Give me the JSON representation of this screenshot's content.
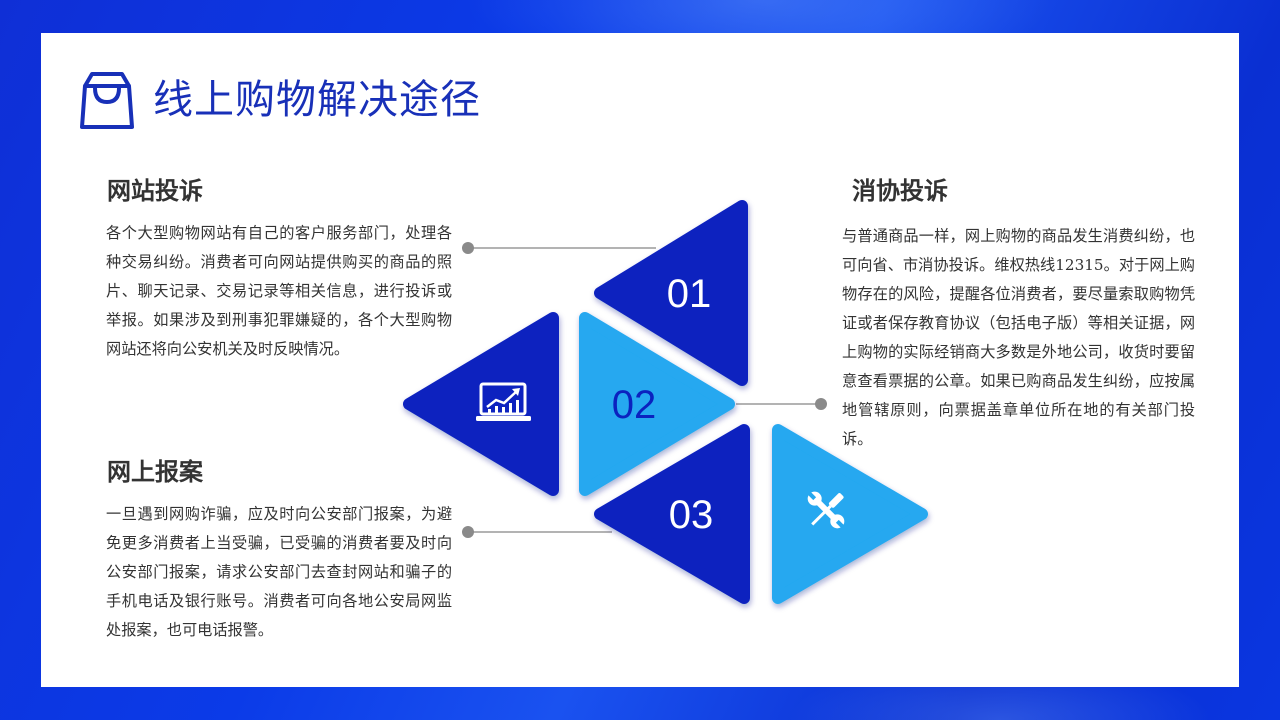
{
  "title": "线上购物解决途径",
  "icons": {
    "header": "shopping-bag-icon",
    "triangle_left": "laptop-chart-icon",
    "triangle_right": "wrench-screwdriver-icon"
  },
  "colors": {
    "dark_blue": "#0b22bf",
    "light_blue": "#25a8f0",
    "title_blue": "#1830b8",
    "card_bg": "#ffffff",
    "bg_blue": "#0b3be8"
  },
  "steps": [
    {
      "number": "01"
    },
    {
      "number": "02"
    },
    {
      "number": "03"
    }
  ],
  "sections": {
    "website_complaint": {
      "heading": "网站投诉",
      "body": "各个大型购物网站有自己的客户服务部门，处理各种交易纠纷。消费者可向网站提供购买的商品的照片、聊天记录、交易记录等相关信息，进行投诉或举报。如果涉及到刑事犯罪嫌疑的，各个大型购物网站还将向公安机关及时反映情况。"
    },
    "online_report": {
      "heading": "网上报案",
      "body": "一旦遇到网购诈骗，应及时向公安部门报案，为避免更多消费者上当受骗，已受骗的消费者要及时向公安部门报案，请求公安部门去查封网站和骗子的手机电话及银行账号。消费者可向各地公安局网监处报案，也可电话报警。"
    },
    "consumer_association": {
      "heading": "消协投诉",
      "body": "与普通商品一样，网上购物的商品发生消费纠纷，也可向省、市消协投诉。维权热线12315。对于网上购物存在的风险，提醒各位消费者，要尽量索取购物凭证或者保存教育协议（包括电子版）等相关证据，网上购物的实际经销商大多数是外地公司，收货时要留意查看票据的公章。如果已购商品发生纠纷，应按属地管辖原则，向票据盖章单位所在地的有关部门投诉。"
    }
  }
}
